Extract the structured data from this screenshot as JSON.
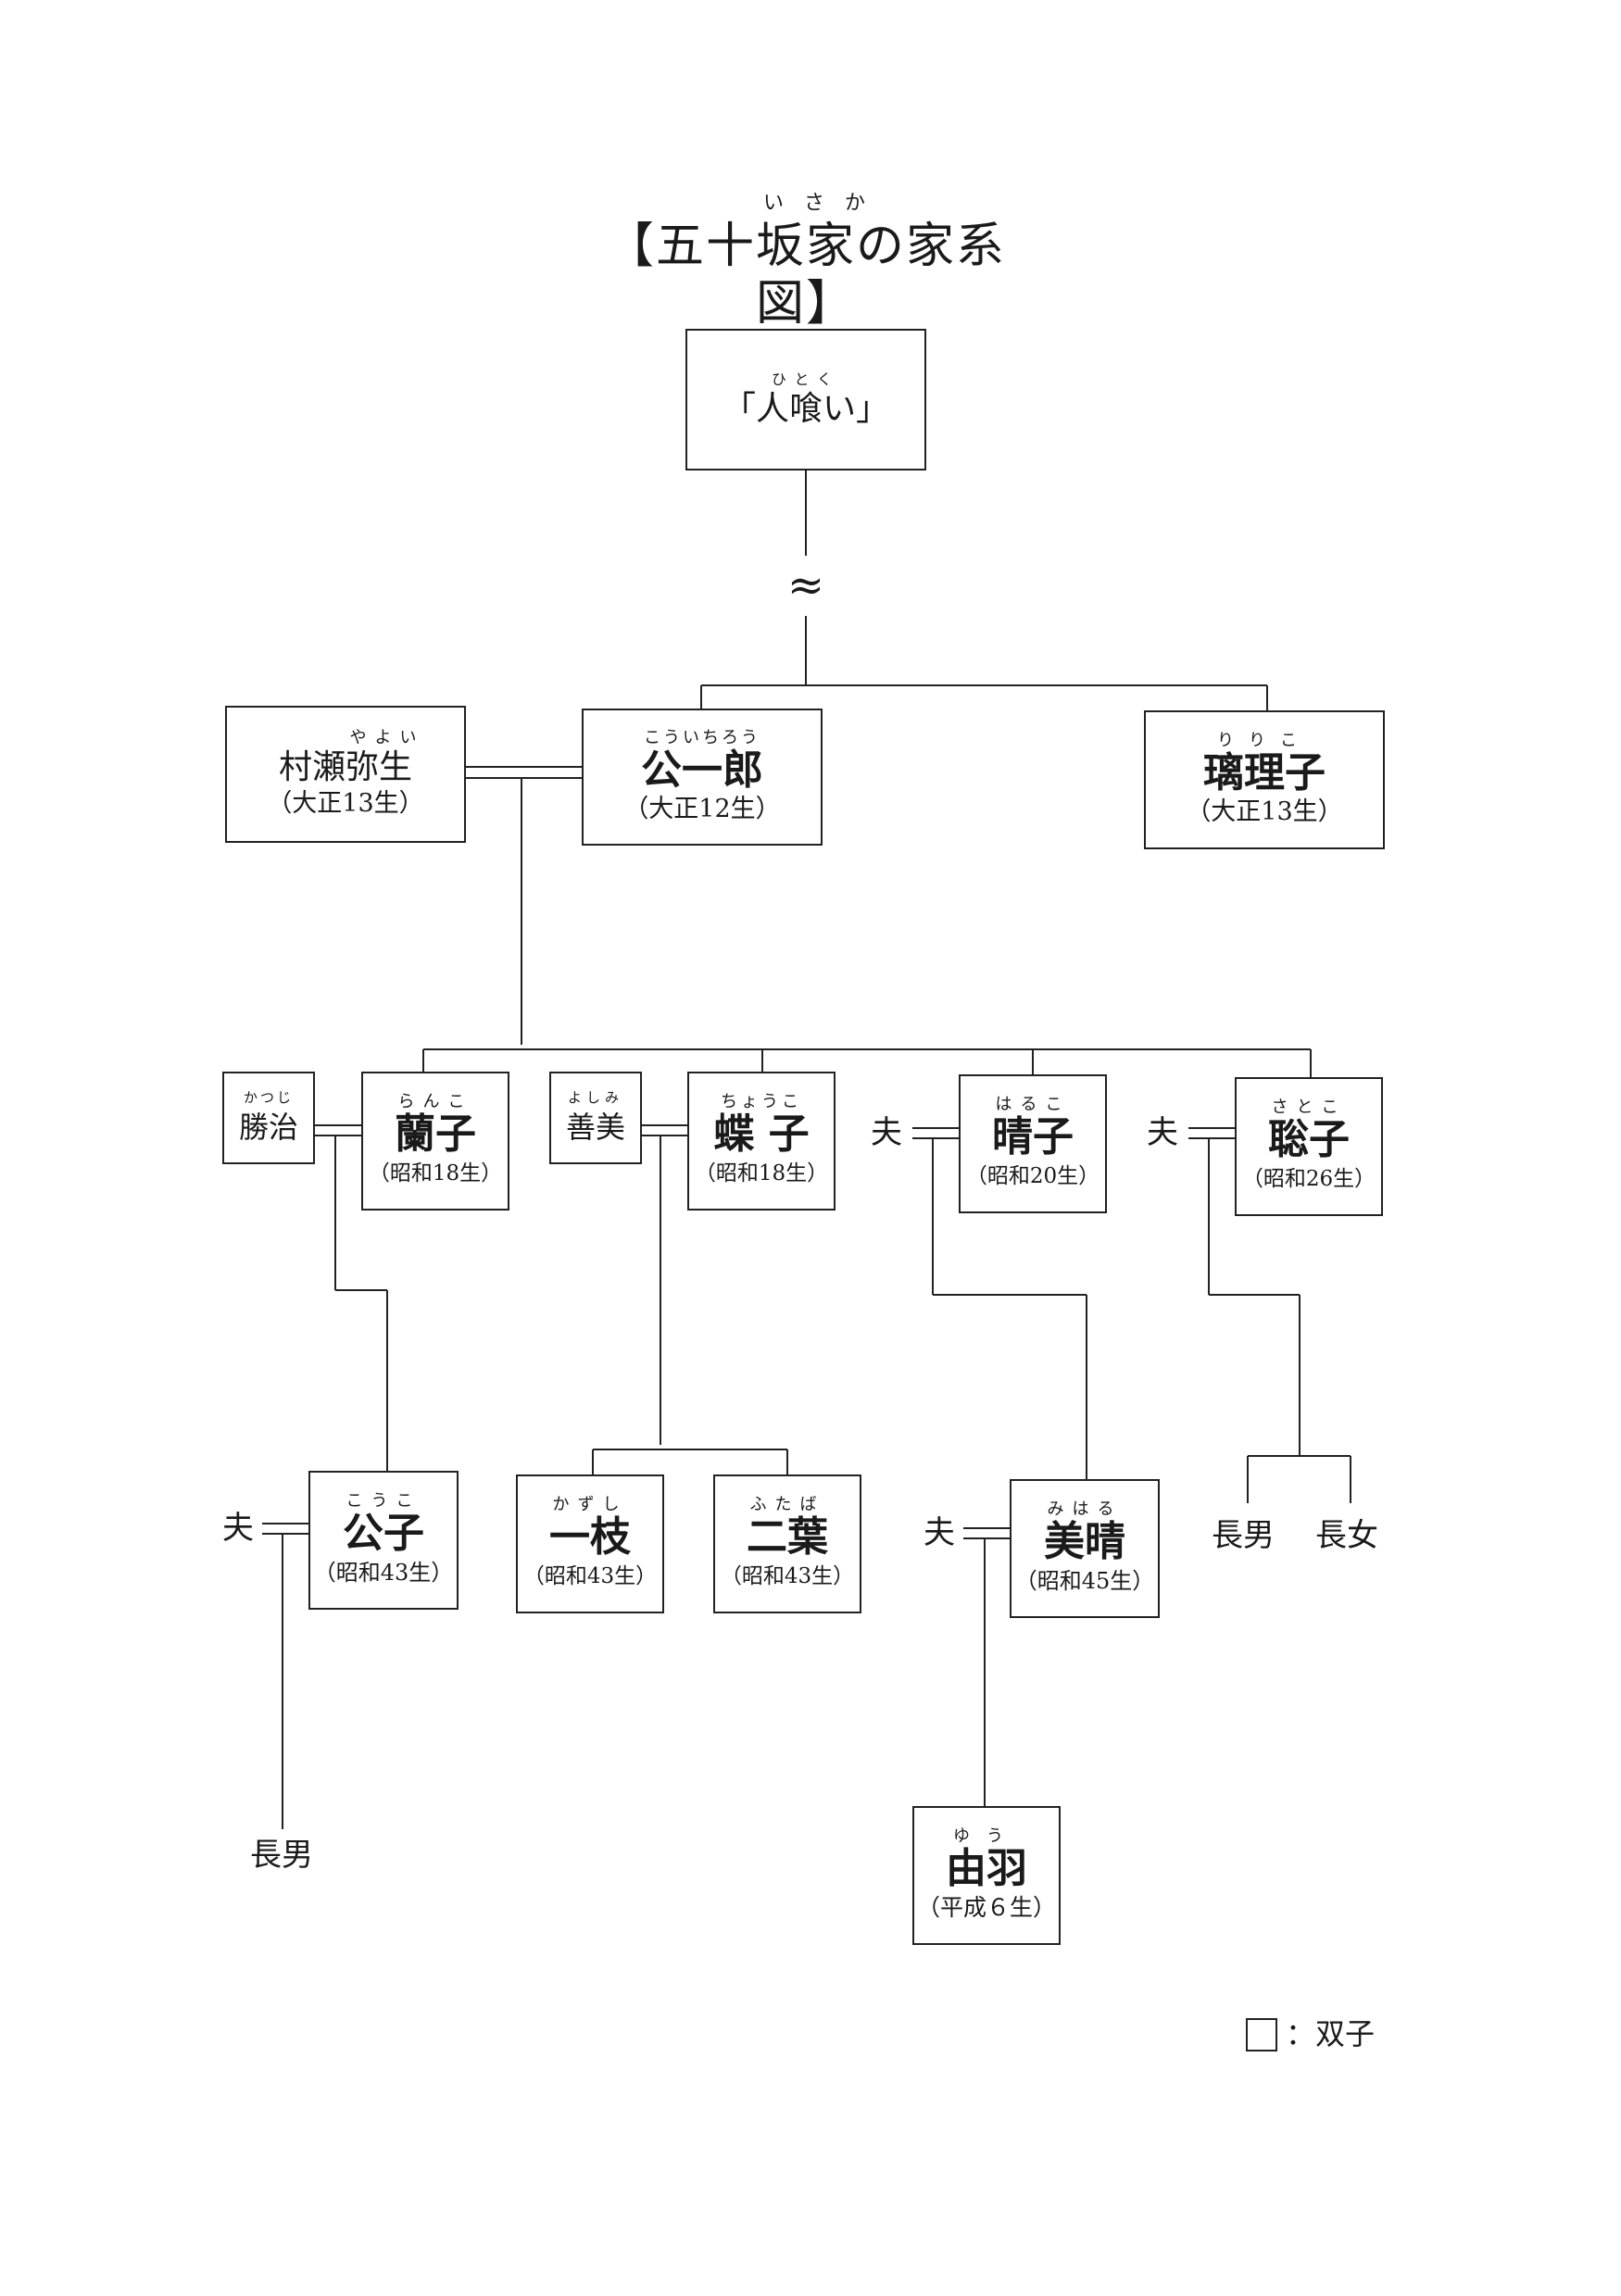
{
  "title": {
    "ruby": "いさか",
    "text": "【五十坂家の家系図】"
  },
  "ancestor": {
    "ruby": "ひとく",
    "name": "「人喰い」"
  },
  "gap_mark": "≈",
  "gen1": {
    "yayoi": {
      "ruby": "やよい",
      "name": "村瀬弥生",
      "birth": "（大正13生）"
    },
    "koichiro": {
      "ruby": "こういちろう",
      "name": "公一郎",
      "birth": "（大正12生）"
    },
    "riko": {
      "ruby": "りりこ",
      "name": "璃理子",
      "birth": "（大正13生）"
    }
  },
  "gen2": {
    "katsuji": {
      "ruby": "かつじ",
      "name": "勝治"
    },
    "ranko": {
      "ruby": "らんこ",
      "name": "蘭子",
      "birth": "（昭和18生）"
    },
    "yoshimi": {
      "ruby": "よしみ",
      "name": "善美"
    },
    "choko": {
      "ruby": "ちょうこ",
      "name": "蝶 子",
      "birth": "（昭和18生）"
    },
    "haruko_husband": "夫",
    "haruko": {
      "ruby": "はるこ",
      "name": "晴子",
      "birth": "（昭和20生）"
    },
    "satoko_husband": "夫",
    "satoko": {
      "ruby": "さとこ",
      "name": "聡子",
      "birth": "（昭和26生）"
    }
  },
  "gen3": {
    "koko_husband": "夫",
    "koko": {
      "ruby": "こうこ",
      "name": "公子",
      "birth": "（昭和43生）"
    },
    "kazushi": {
      "ruby": "かずし",
      "name": "一枝",
      "birth": "（昭和43生）"
    },
    "futaba": {
      "ruby": "ふたば",
      "name": "二葉",
      "birth": "（昭和43生）"
    },
    "miharu_husband": "夫",
    "miharu": {
      "ruby": "みはる",
      "name": "美晴",
      "birth": "（昭和45生）"
    },
    "satoko_son": "長男",
    "satoko_daughter": "長女"
  },
  "gen4": {
    "koko_son": "長男",
    "yu": {
      "ruby": "ゆう",
      "name": "由羽",
      "birth": "（平成６生）"
    }
  },
  "legend": {
    "text": "：双子"
  }
}
